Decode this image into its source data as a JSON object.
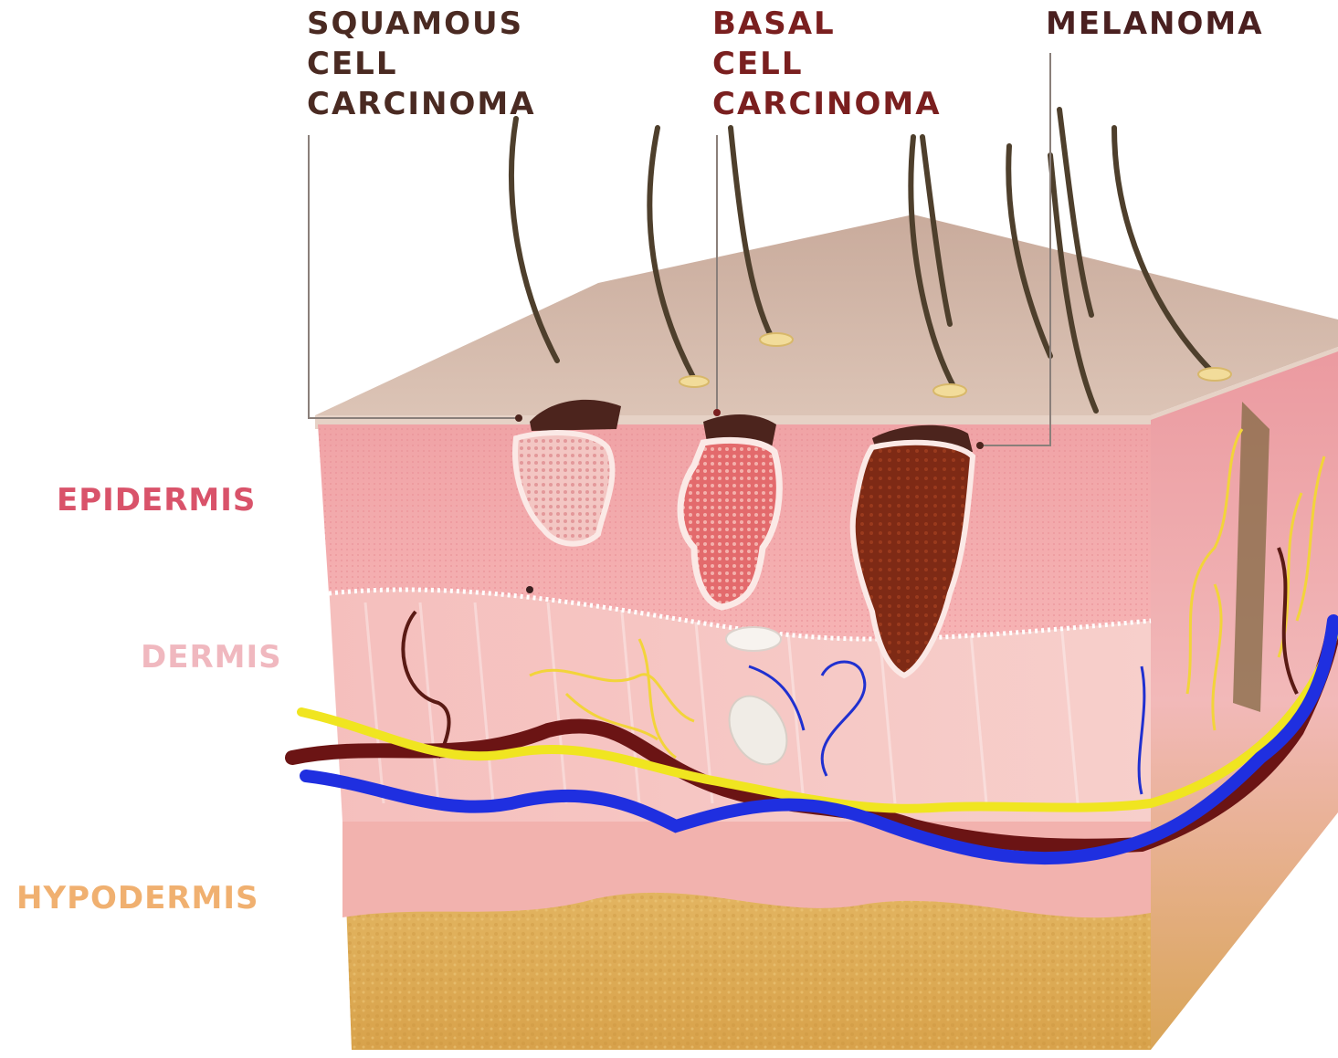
{
  "cancer_labels": {
    "squamous": [
      "SQUAMOUS",
      "CELL",
      "CARCINOMA"
    ],
    "basal": [
      "BASAL",
      "CELL",
      "CARCINOMA"
    ],
    "melanoma": [
      "MELANOMA"
    ]
  },
  "layer_labels": {
    "epidermis": "EPIDERMIS",
    "dermis": "DERMIS",
    "hypodermis": "HYPODERMIS"
  },
  "colors": {
    "squamous_label": "#4a2a22",
    "basal_label": "#7a1f1f",
    "melanoma_label": "#4a2020",
    "epidermis_label": "#d9536a",
    "dermis_label": "#f0b8bf",
    "hypodermis_label": "#f0b070",
    "skin_top": "#d9beb0",
    "epidermis": "#f2a9ad",
    "dermis": "#f7c9c6",
    "hypodermis": "#e4b25c",
    "artery": "#6e1414",
    "vein": "#1f2fe0",
    "nerve": "#f2e21a"
  },
  "icons": [
    "hair-icon",
    "tumor-icon",
    "vessel-icon",
    "nerve-icon"
  ]
}
